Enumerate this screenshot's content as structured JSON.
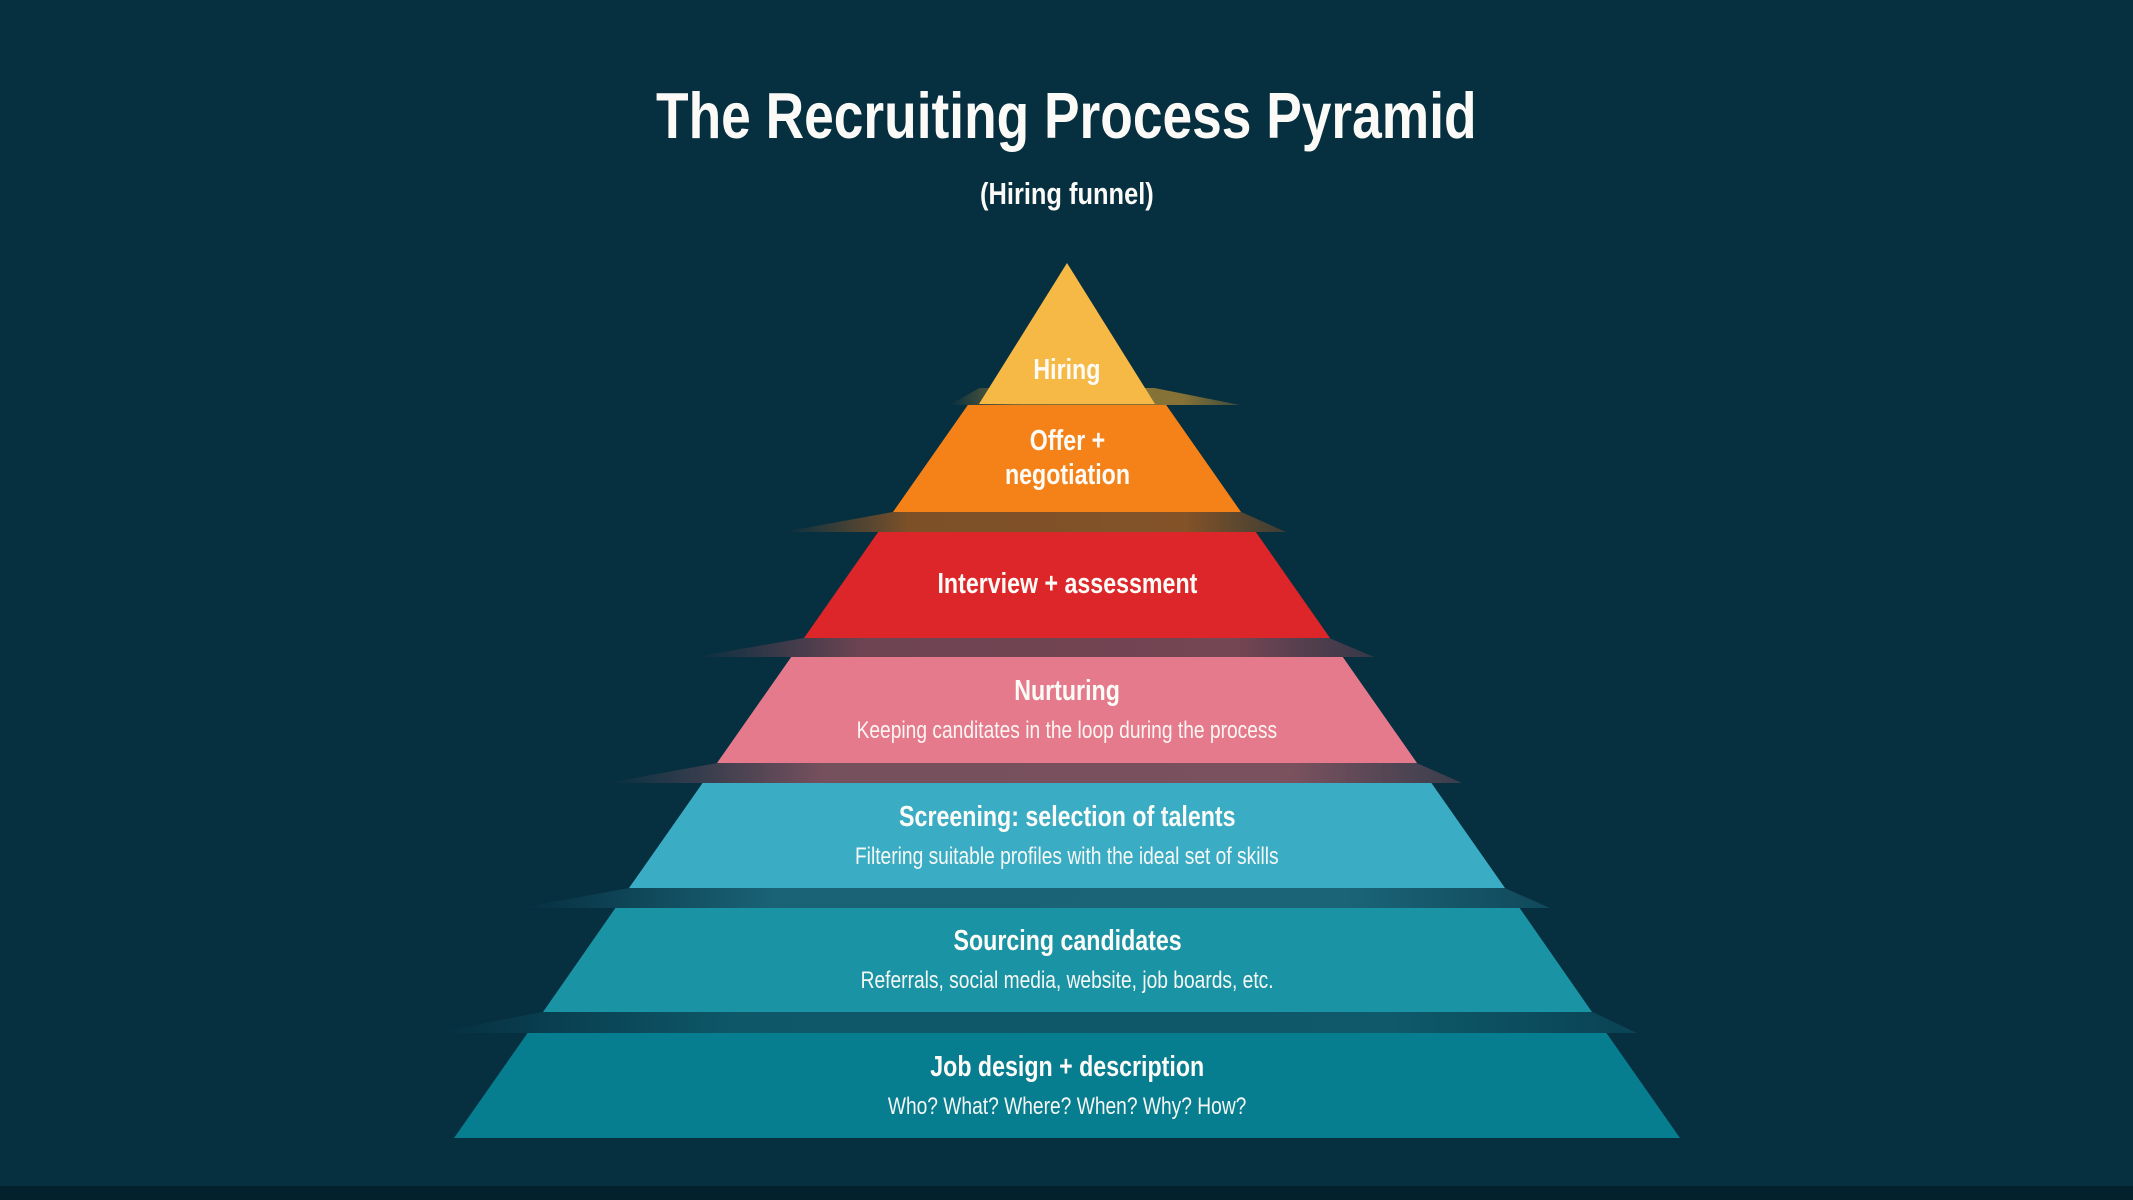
{
  "title": "The Recruiting Process Pyramid",
  "subtitle": "(Hiring funnel)",
  "pyramid": {
    "levels": [
      {
        "name": "hiring",
        "label": "Hiring",
        "description": "",
        "color": "#F6B945"
      },
      {
        "name": "offer-negotiation",
        "label": "Offer + negotiation",
        "description": "",
        "color": "#F58218"
      },
      {
        "name": "interview-assessment",
        "label": "Interview + assessment",
        "description": "",
        "color": "#DC2629"
      },
      {
        "name": "nurturing",
        "label": "Nurturing",
        "description": "Keeping canditates in the loop during the process",
        "color": "#E57A8C"
      },
      {
        "name": "screening",
        "label": "Screening: selection of talents",
        "description": "Filtering suitable profiles with the ideal set of skills",
        "color": "#3AADC5"
      },
      {
        "name": "sourcing",
        "label": "Sourcing candidates",
        "description": "Referrals, social media, website, job boards, etc.",
        "color": "#1A93A4"
      },
      {
        "name": "job-design",
        "label": "Job design + description",
        "description": "Who? What? Where? When? Why? How?",
        "color": "#077D90"
      }
    ]
  },
  "colors": {
    "background": "#062F40",
    "bottom_strip": "#03212C",
    "text": "#FBFAF6"
  }
}
